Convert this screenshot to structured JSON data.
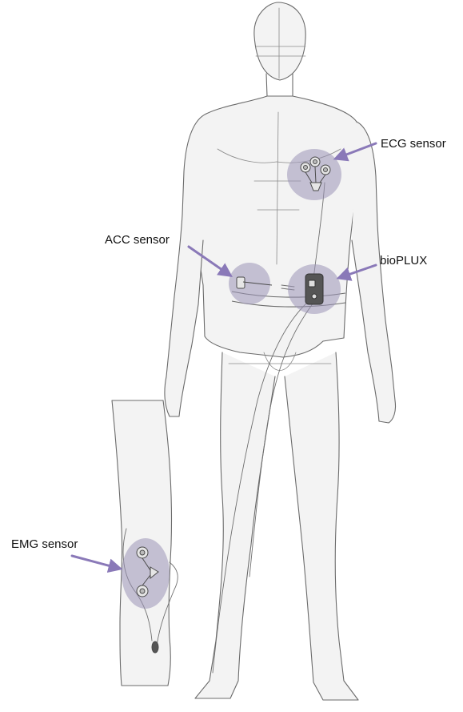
{
  "labels": {
    "ecg": "ECG sensor",
    "acc": "ACC sensor",
    "bioplux": "bioPLUX",
    "emg": "EMG sensor"
  },
  "colors": {
    "highlight": "#9b93b6",
    "arrow": "#8a79b8",
    "sketch": "#6b6b6b",
    "skin": "#f3f3f3"
  },
  "icons": [
    "human-figure-sketch",
    "leg-sketch",
    "electrode-icon",
    "device-icon"
  ]
}
